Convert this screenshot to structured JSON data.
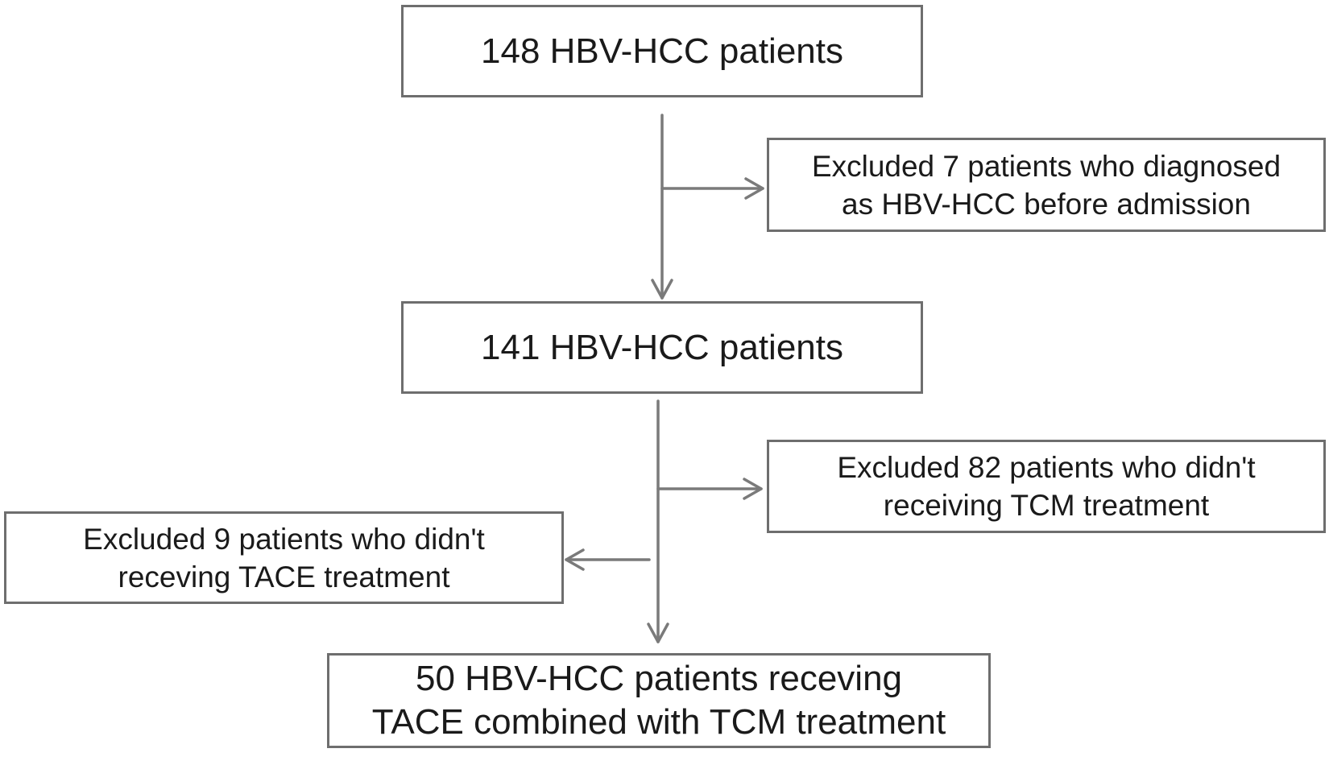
{
  "flowchart": {
    "box_148": {
      "lines": [
        "148 HBV-HCC patients"
      ]
    },
    "excluded_7": {
      "lines": [
        "Excluded 7 patients who diagnosed",
        "as HBV-HCC before admission"
      ]
    },
    "box_141": {
      "lines": [
        "141 HBV-HCC patients"
      ]
    },
    "excluded_82": {
      "lines": [
        "Excluded 82 patients who didn't",
        "receiving TCM treatment"
      ]
    },
    "excluded_9": {
      "lines": [
        "Excluded 9 patients who didn't",
        "receving TACE treatment"
      ]
    },
    "box_50": {
      "lines": [
        "50 HBV-HCC patients receving",
        "TACE combined with TCM treatment"
      ]
    }
  },
  "colors": {
    "border": "#6e6e6e",
    "arrow": "#7a7a7a",
    "text": "#1a1a1a",
    "background": "#ffffff"
  }
}
